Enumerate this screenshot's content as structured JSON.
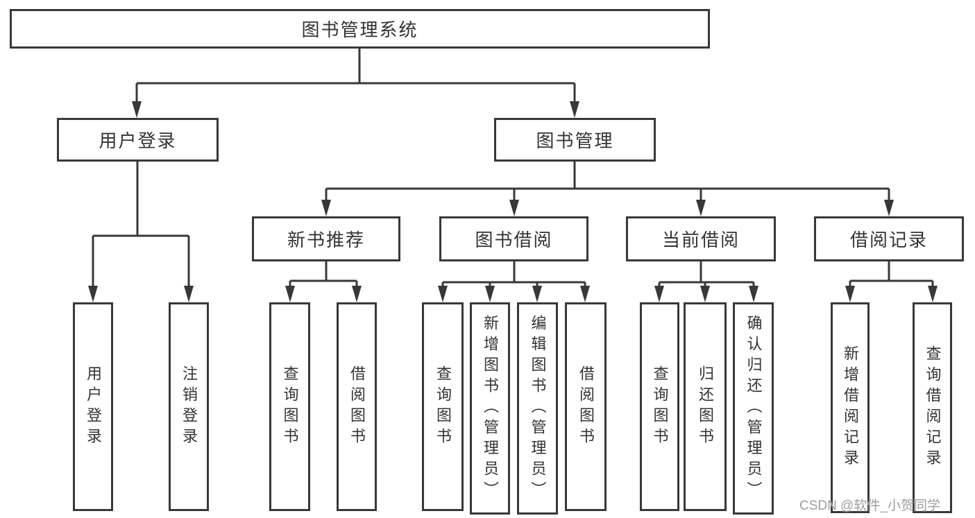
{
  "title": {
    "label": "图书管理系统"
  },
  "branches": [
    {
      "label": "用户登录",
      "children": [
        {
          "label": "用户登录"
        },
        {
          "label": "注销登录"
        }
      ]
    },
    {
      "label": "图书管理",
      "children": [
        {
          "label": "新书推荐",
          "children": [
            {
              "label": "查询图书"
            },
            {
              "label": "借阅图书"
            }
          ]
        },
        {
          "label": "图书借阅",
          "children": [
            {
              "label": "查询图书"
            },
            {
              "label": "新增图书（管理员）"
            },
            {
              "label": "编辑图书（管理员）"
            },
            {
              "label": "借阅图书"
            }
          ]
        },
        {
          "label": "当前借阅",
          "children": [
            {
              "label": "查询图书"
            },
            {
              "label": "归还图书"
            },
            {
              "label": "确认归还（管理员）"
            }
          ]
        },
        {
          "label": "借阅记录",
          "children": [
            {
              "label": "新增借阅记录"
            },
            {
              "label": "查询借阅记录"
            }
          ]
        }
      ]
    }
  ],
  "watermark": {
    "text": "CSDN @软件_小贺同学"
  },
  "colors": {
    "line": "#383838",
    "box_border": "#383838",
    "text": "#333333",
    "watermark": "#9d9d9d",
    "background": "#ffffff"
  }
}
